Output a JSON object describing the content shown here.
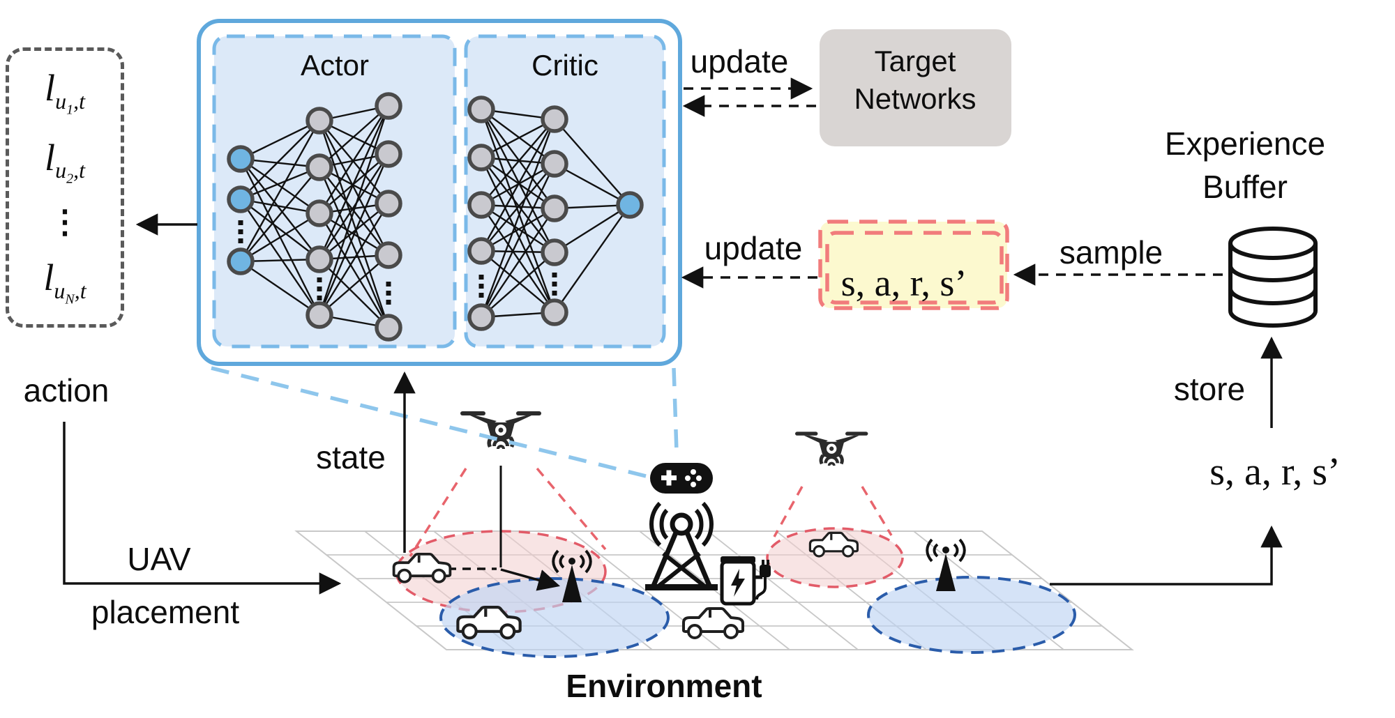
{
  "palette": {
    "agent_border": "#5fa8dc",
    "panel_fill": "#dce9f8",
    "panel_border": "#7ab9e8",
    "projection_blue": "#8ec6ec",
    "target_fill": "#d9d5d3",
    "yellow_fill": "#fcf9cf",
    "red_dash": "#f17c7c",
    "node_gray": "#c9c9cf",
    "node_blue": "#70b5e2",
    "node_stroke": "#4a4a4a",
    "cone_red": "#e8646c",
    "ellipse_red_fill": "#f6dada",
    "ellipse_red_stroke": "#e25b68",
    "ellipse_blue_fill": "#bed4f3",
    "ellipse_blue_stroke": "#2a5caa",
    "grid_line": "#c8c8c8"
  },
  "agent": {
    "actor_label": "Actor",
    "critic_label": "Critic"
  },
  "target_networks": {
    "line1": "Target",
    "line2": "Networks"
  },
  "experience_buffer": {
    "line1": "Experience",
    "line2": "Buffer"
  },
  "labels": {
    "update_top": "update",
    "update_mid": "update",
    "sample": "sample",
    "store": "store",
    "state": "state",
    "action": "action",
    "uav_line1": "UAV",
    "uav_line2": "placement",
    "environment": "Environment"
  },
  "transitions": {
    "boxed": "s, a, r, s’",
    "plain": "s, a, r, s’"
  },
  "action_vector": {
    "items": [
      {
        "base": "l",
        "sub": "u",
        "idx": "1",
        "tail": ",t"
      },
      {
        "base": "l",
        "sub": "u",
        "idx": "2",
        "tail": ",t"
      },
      {
        "base": "l",
        "sub": "u",
        "idx": "N",
        "tail": ",t"
      }
    ],
    "dots": "⋮"
  },
  "icons": [
    "drone-icon",
    "game-controller-icon",
    "cell-tower-icon",
    "broadcast-antenna-icon",
    "ev-charger-icon",
    "car-icon",
    "database-icon"
  ]
}
